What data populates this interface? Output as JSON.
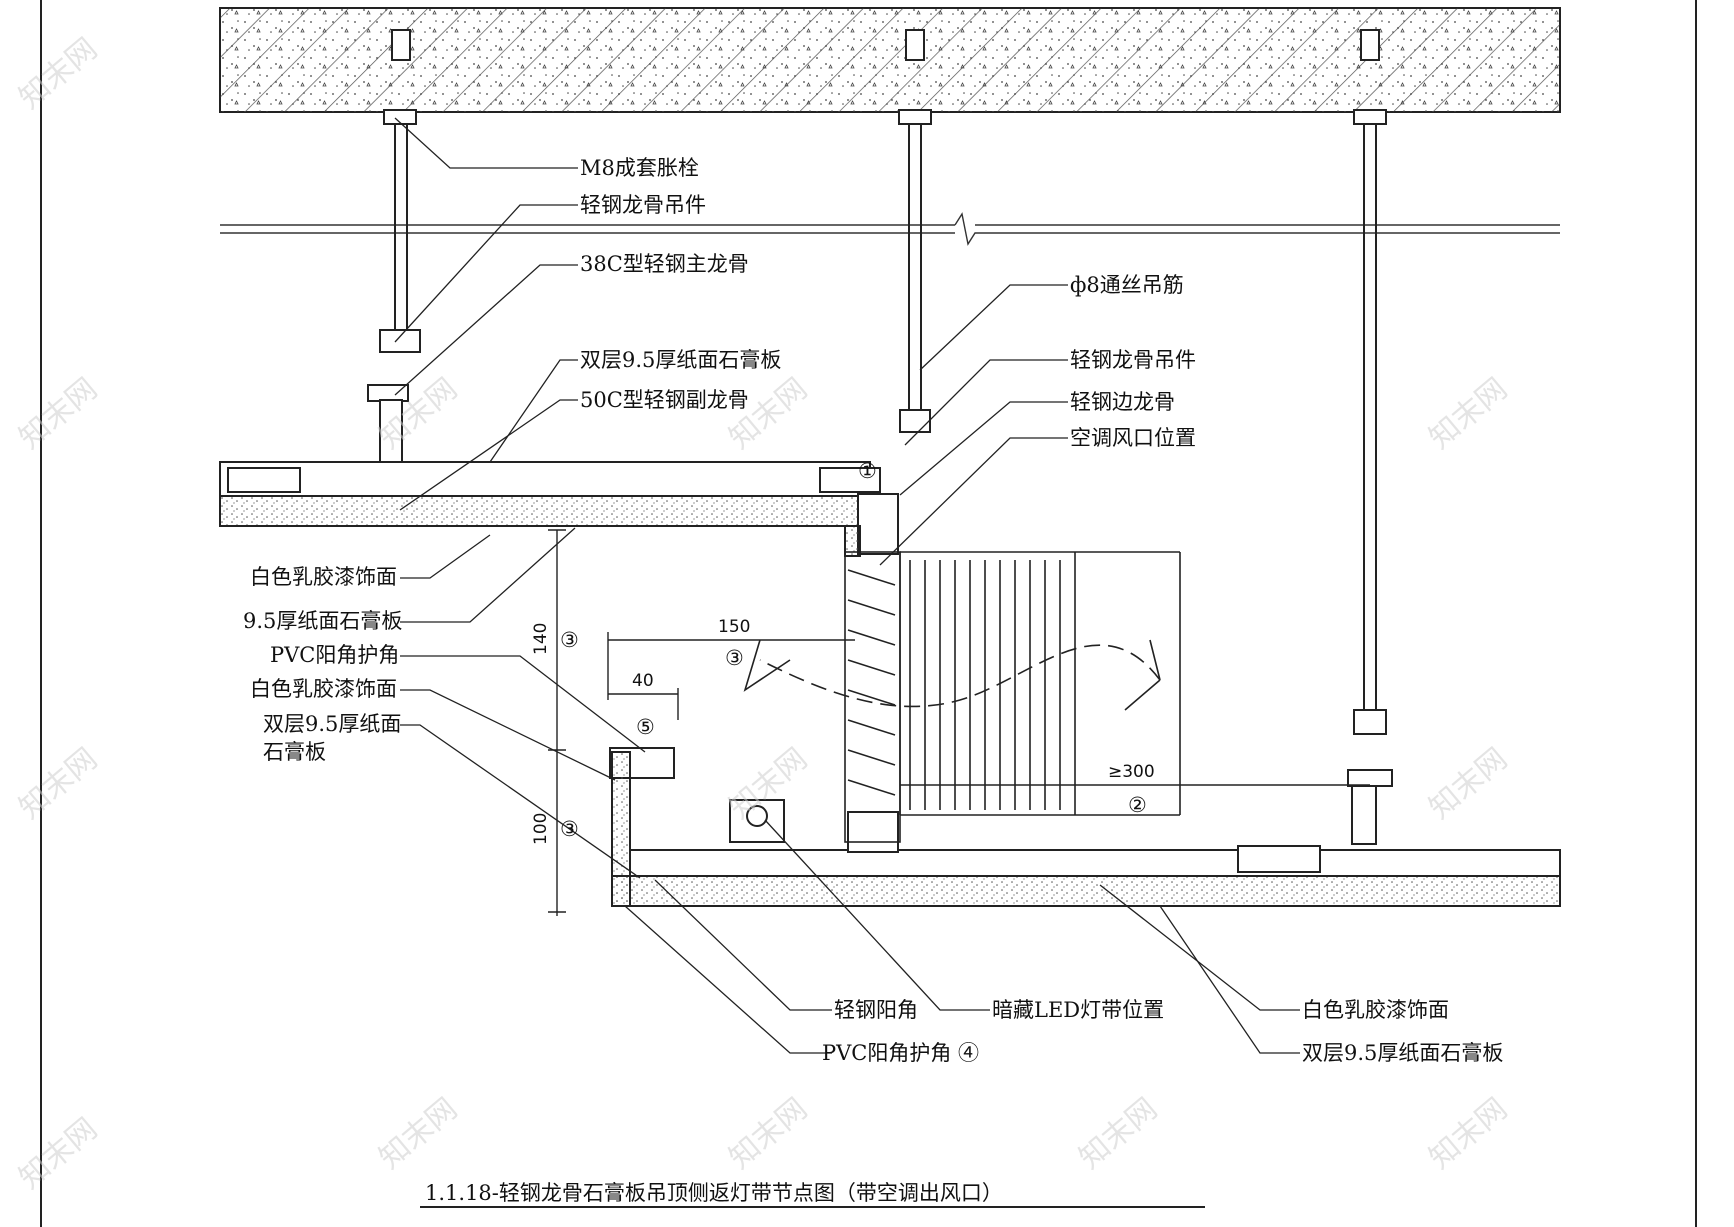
{
  "drawing_title": "1.1.18-轻钢龙骨石膏板吊顶侧返灯带节点图（带空调出风口）",
  "watermark": "知末网",
  "callouts_top": {
    "expansion_bolt": "M8成套胀栓",
    "hanger_upper": "轻钢龙骨吊件",
    "main_keel": "38C型轻钢主龙骨",
    "double_board": "双层9.5厚纸面石膏板",
    "sub_keel": "50C型轻钢副龙骨"
  },
  "callouts_right": {
    "rod": "ф8通丝吊筋",
    "hanger": "轻钢龙骨吊件",
    "edge_keel": "轻钢边龙骨",
    "ac_vent": "空调风口位置"
  },
  "callouts_left": {
    "latex_paint_1": "白色乳胶漆饰面",
    "board_9_5": "9.5厚纸面石膏板",
    "pvc_corner": "PVC阳角护角",
    "latex_paint_2": "白色乳胶漆饰面",
    "double_board_line1": "双层9.5厚纸面",
    "double_board_line2": "石膏板"
  },
  "callouts_bottom": {
    "steel_corner": "轻钢阳角",
    "pvc_corner_4": "PVC阳角护角 ④",
    "led_position": "暗藏LED灯带位置",
    "latex_paint_3": "白色乳胶漆饰面",
    "double_board_3": "双层9.5厚纸面石膏板"
  },
  "dimensions": {
    "d140": "140",
    "d100": "100",
    "d150": "150",
    "d40": "40",
    "d300": "≥300"
  },
  "markers": {
    "m1": "①",
    "m2": "②",
    "m3a": "③",
    "m3b": "③",
    "m3c": "③",
    "m5": "⑤"
  }
}
